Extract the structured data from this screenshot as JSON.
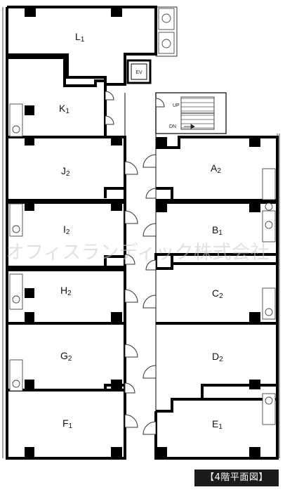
{
  "title": "【4階平面図】",
  "watermark": "オフィスランディック株式会社",
  "elevator_label": "EV",
  "stair_up_label": "UP",
  "stair_down_label": "DN",
  "units": [
    {
      "main": "L",
      "sub": "1"
    },
    {
      "main": "K",
      "sub": "1"
    },
    {
      "main": "J",
      "sub": "2"
    },
    {
      "main": "I",
      "sub": "2"
    },
    {
      "main": "H",
      "sub": "2"
    },
    {
      "main": "G",
      "sub": "2"
    },
    {
      "main": "F",
      "sub": "1"
    },
    {
      "main": "A",
      "sub": "2"
    },
    {
      "main": "B",
      "sub": "1"
    },
    {
      "main": "C",
      "sub": "2"
    },
    {
      "main": "D",
      "sub": "2"
    },
    {
      "main": "E",
      "sub": "1"
    }
  ]
}
